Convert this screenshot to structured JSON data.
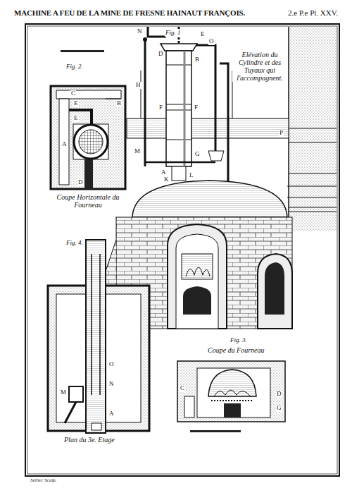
{
  "diagram": {
    "title": "MACHINE A FEU DE LA MINE DE FRESNE HAINAUT FRANÇOIS.",
    "labels": [
      "2.e P.e Pl. XXV.",
      "Fig. 1",
      "N",
      "E",
      "O",
      "D",
      "B",
      "H",
      "F",
      "F",
      "P",
      "M",
      "G",
      "A",
      "K",
      "L",
      "Elévation du Cylindre et des Tuyaux qui l'accompagnent.",
      "Fig. 2.",
      "C",
      "E",
      "B",
      "E",
      "A",
      "D",
      "Coupe Horizontale du Fourneau",
      "Fig. 4.",
      "M",
      "N",
      "O",
      "A",
      "Plan du 3e. Etage",
      "Fig. 3.",
      "Coupe du Fourneau",
      "C",
      "D",
      "G",
      "Sellier Sculp."
    ]
  }
}
